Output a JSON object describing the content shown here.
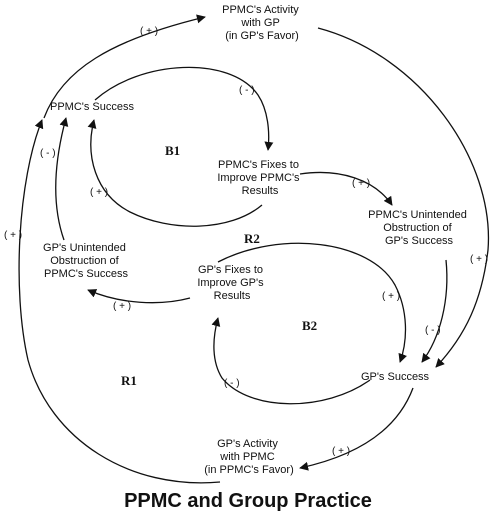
{
  "title": "PPMC and Group Practice",
  "nodes": {
    "ppmc_activity": [
      "PPMC's Activity",
      "with GP",
      "(in GP's Favor)"
    ],
    "ppmc_success": [
      "PPMC's Success"
    ],
    "ppmc_fixes": [
      "PPMC's Fixes to",
      "Improve PPMC's",
      "Results"
    ],
    "ppmc_unintended": [
      "PPMC's Unintended",
      "Obstruction of",
      "GP's Success"
    ],
    "gp_unintended": [
      "GP's Unintended",
      "Obstruction of",
      "PPMC's Success"
    ],
    "gp_fixes": [
      "GP's Fixes to",
      "Improve GP's",
      "Results"
    ],
    "gp_success": [
      "GP's Success"
    ],
    "gp_activity": [
      "GP's Activity",
      "with PPMC",
      "(in PPMC's Favor)"
    ]
  },
  "loops": {
    "b1": "B1",
    "r2": "R2",
    "b2": "B2",
    "r1": "R1"
  },
  "signs": {
    "success_to_activity": "( + )",
    "success_to_fixes": "( - )",
    "fixes_to_unintended": "( + )",
    "unintended_to_gp_success": "( - )",
    "activity_to_gp_success": "( + )",
    "gp_success_to_gp_activity": "( + )",
    "gp_activity_to_ppmc_success": "( + )",
    "fixes_to_ppmc_success": "( + )",
    "gp_unintended_to_ppmc_success": "( - )",
    "gp_fixes_to_gp_unintended": "( + )",
    "gp_success_to_gp_fixes": "( - )",
    "ppmc_fixes_to_gp_success": "( + )"
  }
}
